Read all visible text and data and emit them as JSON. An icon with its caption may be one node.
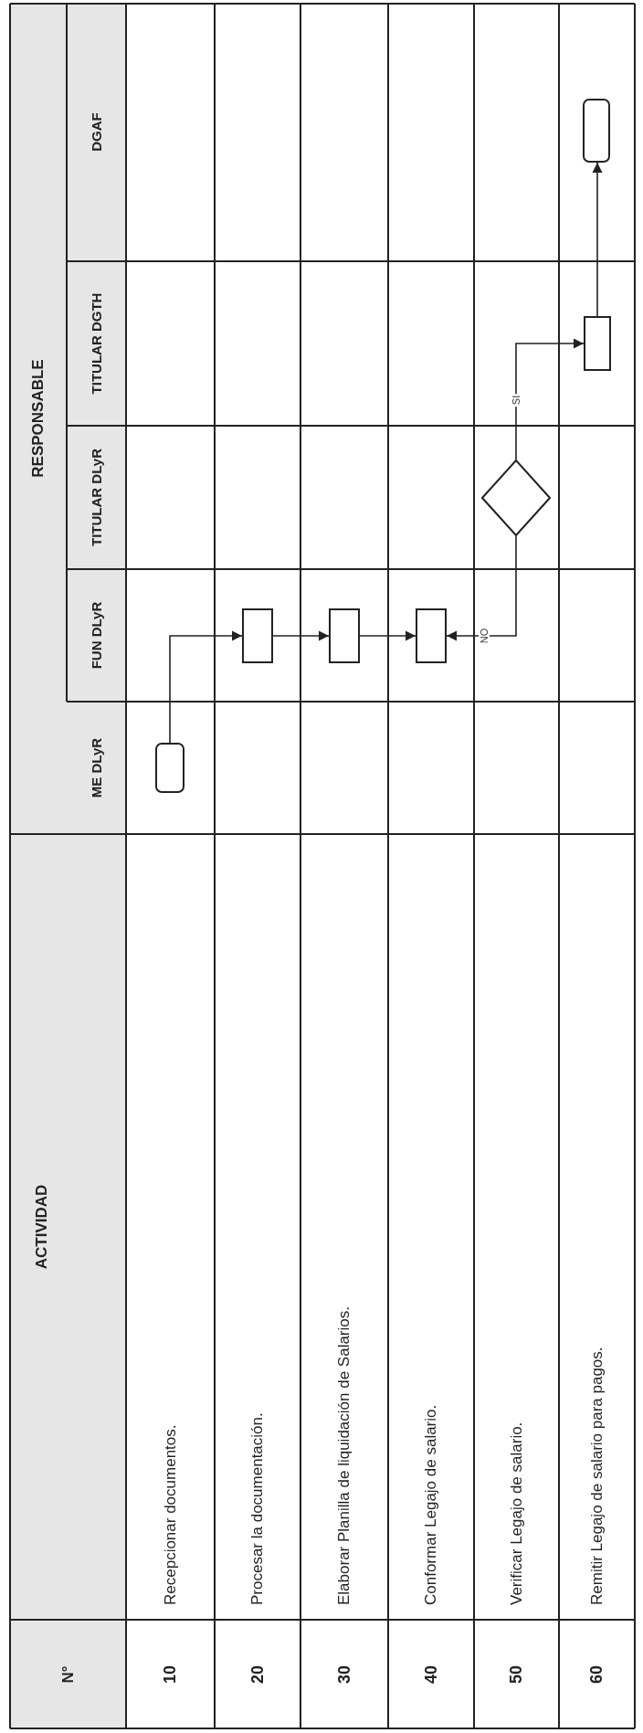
{
  "diagram": {
    "nodes": [
      {
        "text": [],
        "shape": "box"
      },
      {
        "text": [],
        "shape": "box"
      },
      {
        "text": [],
        "shape": "box"
      },
      {
        "text": [],
        "shape": "box"
      },
      {
        "text": [],
        "shape": "diamond"
      },
      {
        "text": [],
        "shape": "box"
      },
      {
        "text": [],
        "shape": "box"
      }
    ],
    "edges": [
      {
        "from": 0,
        "to": 1,
        "arrow": "to"
      },
      {
        "from": 1,
        "to": 2,
        "arrow": "to"
      },
      {
        "from": 2,
        "to": 3,
        "arrow": "to"
      },
      {
        "from": 4,
        "to": 3,
        "arrow": "to",
        "label": "NO"
      },
      {
        "from": 4,
        "to": 5,
        "arrow": "to",
        "label": "SI"
      },
      {
        "from": 5,
        "to": 6,
        "arrow": "to"
      }
    ],
    "labels": [
      "N°",
      "ACTIVIDAD",
      "RESPONSABLE",
      "ME DLyR",
      "FUN DLyR",
      "TITULAR DLyR",
      "TITULAR DGTH",
      "DGAF",
      "10",
      "Recepcionar documentos.",
      "20",
      "Procesar la documentación.",
      "30",
      "Elaborar Planilla de liquidación de Salarios.",
      "40",
      "Conformar Legajo de salario.",
      "50",
      "Verificar Legajo de salario.",
      "60",
      "Remitir Legajo de salario para pagos."
    ]
  }
}
